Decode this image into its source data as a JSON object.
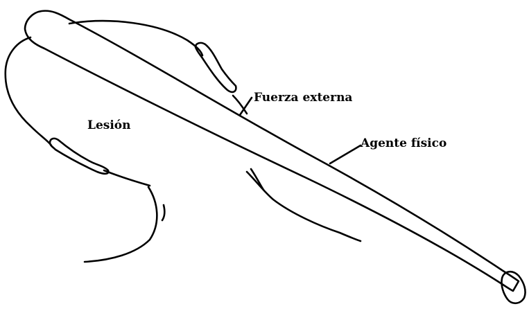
{
  "diagram": {
    "labels": {
      "lesion": "Lesión",
      "fuerza_externa": "Fuerza externa",
      "agente_fisico": "Agente físico"
    },
    "colors": {
      "stroke": "#000000",
      "background": "#ffffff"
    },
    "parts": [
      "head-outline",
      "ear-left",
      "ear-right",
      "neck",
      "shoulder",
      "baseball-bat",
      "bat-knob"
    ]
  }
}
